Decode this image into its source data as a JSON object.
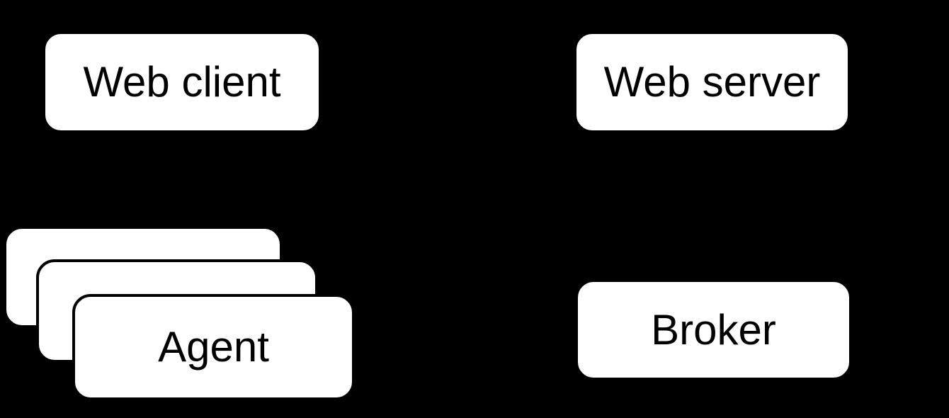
{
  "diagram": {
    "background_color": "#000000",
    "node_fill_color": "#ffffff",
    "node_border_color": "#000000",
    "text_color": "#000000",
    "nodes": {
      "web_client": {
        "label": "Web client"
      },
      "web_server": {
        "label": "Web server"
      },
      "agent": {
        "label": "Agent",
        "stacked_copies": 3
      },
      "broker": {
        "label": "Broker"
      }
    }
  }
}
